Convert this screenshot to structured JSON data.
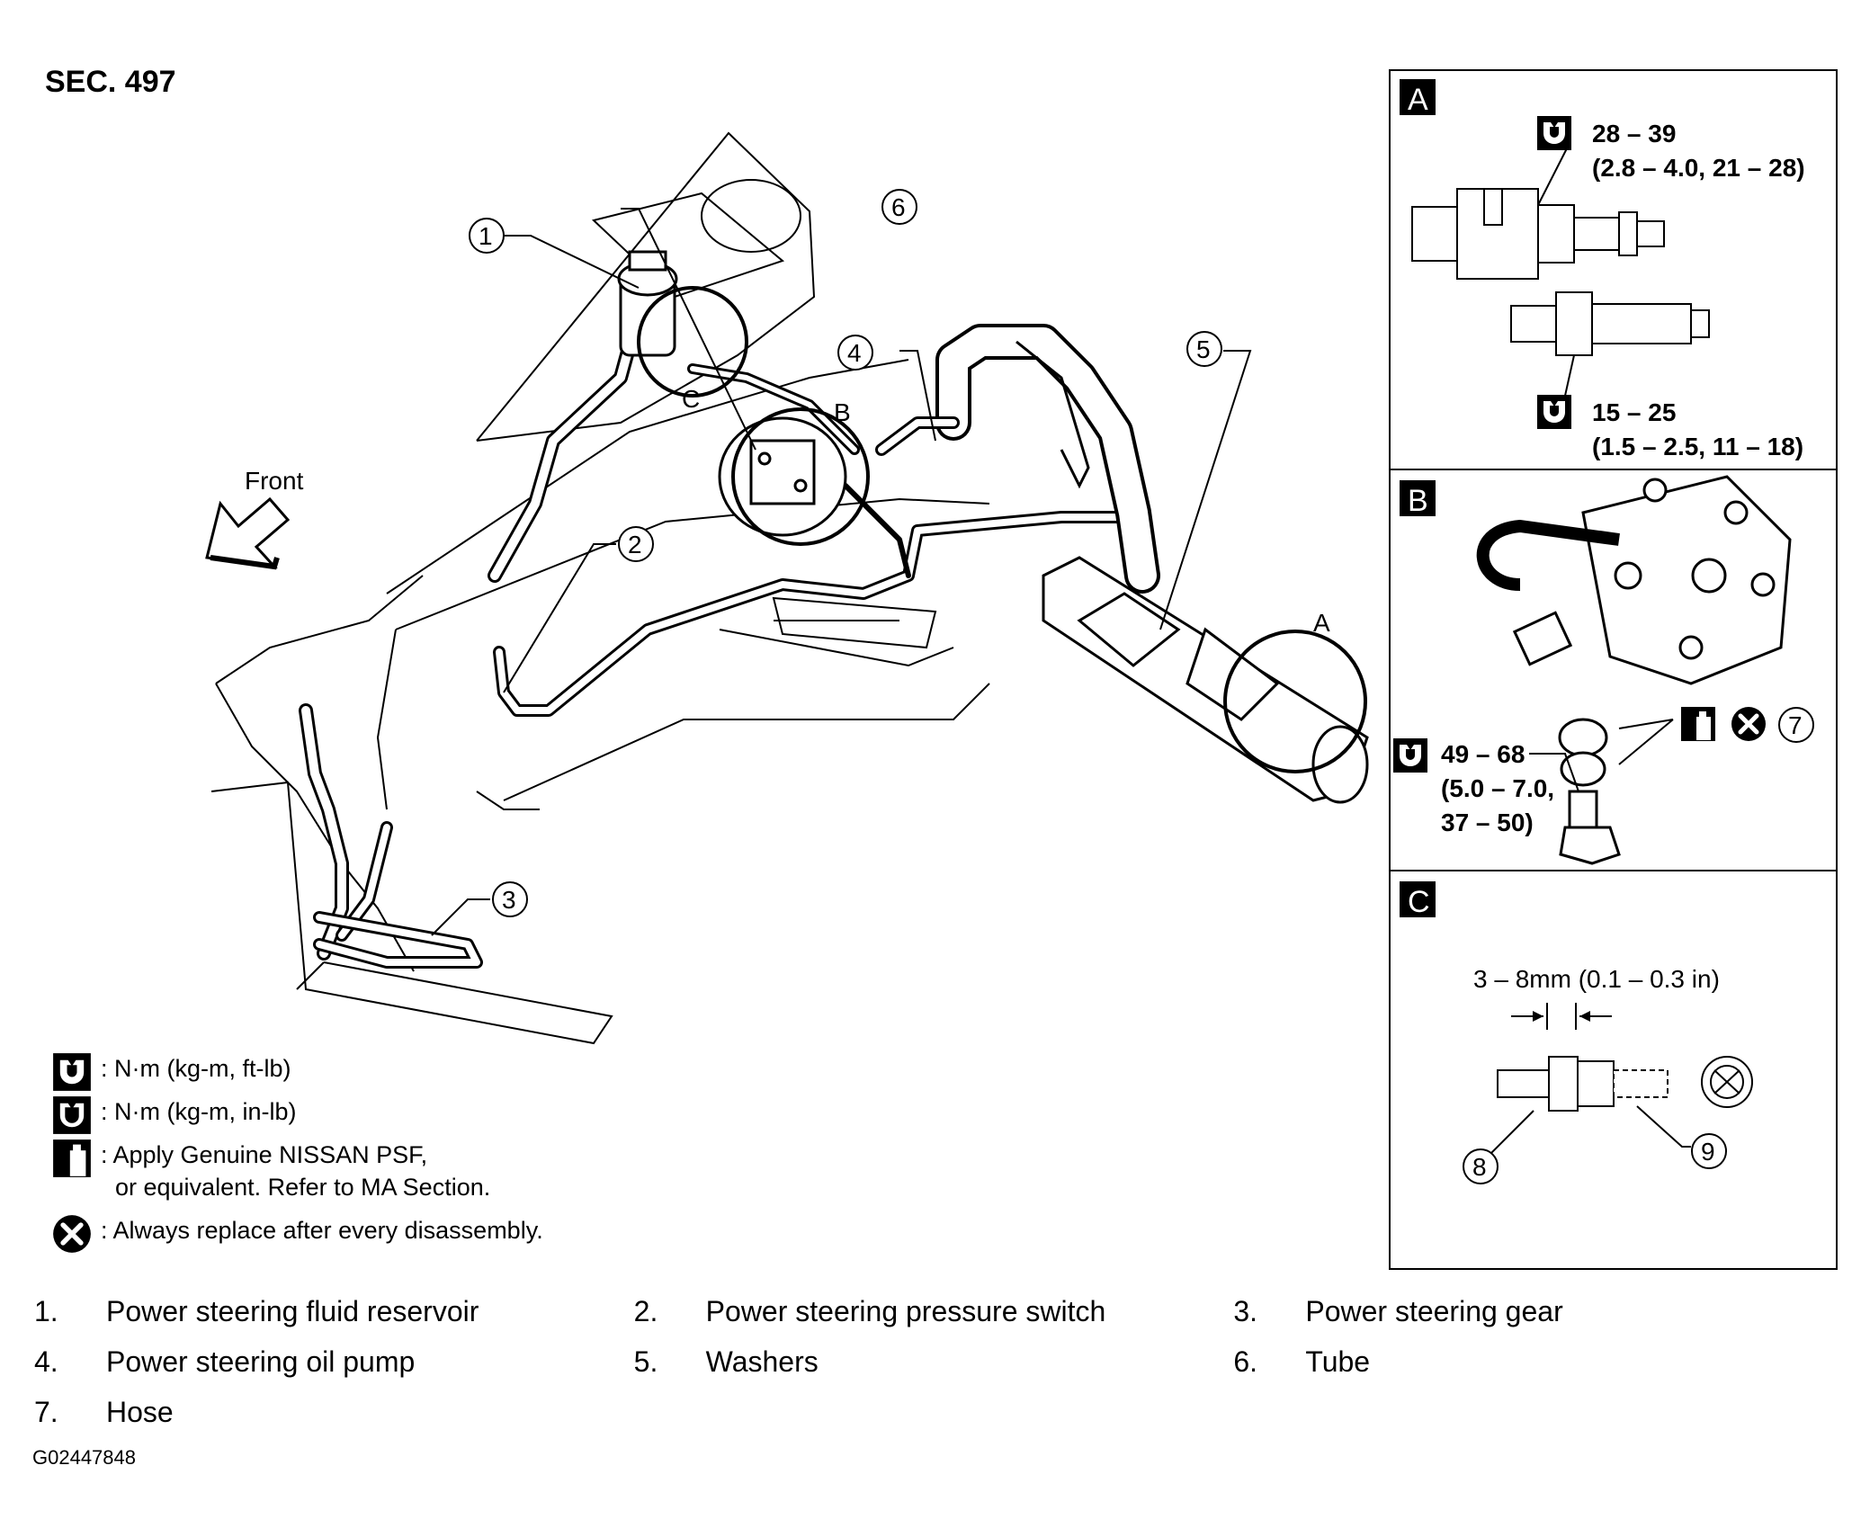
{
  "section_title": "SEC. 497",
  "front_label": "Front",
  "callouts": [
    "1",
    "2",
    "3",
    "4",
    "5",
    "6"
  ],
  "view_letters": {
    "a": "A",
    "b": "B",
    "c": "C"
  },
  "panel_a": {
    "letter": "A",
    "torque_upper": {
      "value": "28 – 39",
      "detail": "(2.8 – 4.0, 21 – 28)"
    },
    "torque_lower": {
      "value": "15 – 25",
      "detail": "(1.5 – 2.5, 11 – 18)"
    }
  },
  "panel_b": {
    "letter": "B",
    "callout": "7",
    "torque": {
      "value": "49 – 68",
      "detail_1": "(5.0 – 7.0,",
      "detail_2": "37 – 50)"
    }
  },
  "panel_c": {
    "letter": "C",
    "dimension": "3 – 8mm (0.1 – 0.3 in)",
    "callouts": [
      "8",
      "9"
    ]
  },
  "legend": [
    {
      "icon": "torque-ftlb-icon",
      "text": ": N·m (kg-m, ft-lb)"
    },
    {
      "icon": "torque-inlb-icon",
      "text": ": N·m (kg-m, in-lb)"
    },
    {
      "icon": "apply-fluid-icon",
      "text": ": Apply Genuine NISSAN PSF,",
      "text2": "or equivalent. Refer to MA Section."
    },
    {
      "icon": "replace-icon",
      "text": ": Always replace after every disassembly."
    }
  ],
  "parts": [
    {
      "num": "1.",
      "name": "Power steering fluid reservoir"
    },
    {
      "num": "2.",
      "name": "Power steering pressure switch"
    },
    {
      "num": "3.",
      "name": "Power steering gear"
    },
    {
      "num": "4.",
      "name": "Power steering oil pump"
    },
    {
      "num": "5.",
      "name": "Washers"
    },
    {
      "num": "6.",
      "name": "Tube"
    },
    {
      "num": "7.",
      "name": "Hose"
    }
  ],
  "figure_code": "G02447848"
}
